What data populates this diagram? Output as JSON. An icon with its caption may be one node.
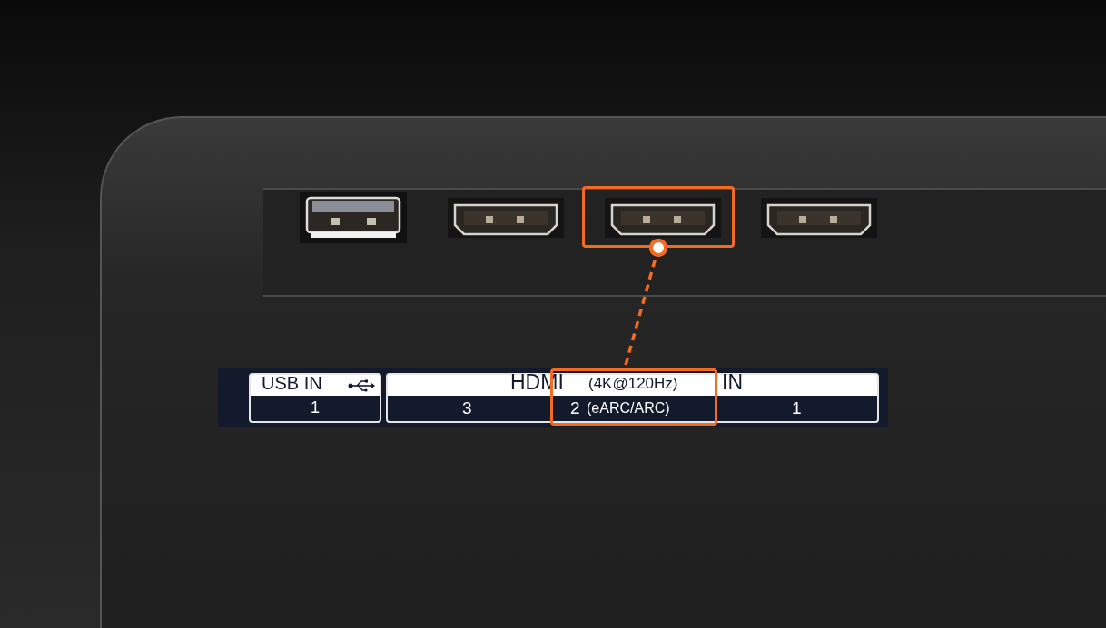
{
  "diagram": {
    "nodes": [
      {
        "text": [],
        "shape": "box"
      },
      {
        "text": [],
        "shape": "box"
      }
    ],
    "edges": [
      {
        "from": 0,
        "to": 1,
        "arrow": "other",
        "style": "dashed",
        "color": "#f26b21"
      }
    ],
    "labels": [
      "USB IN",
      "1",
      "HDMI",
      "(4K@120Hz)",
      "IN",
      "3",
      "2",
      "(eARC/ARC)",
      "1"
    ]
  }
}
